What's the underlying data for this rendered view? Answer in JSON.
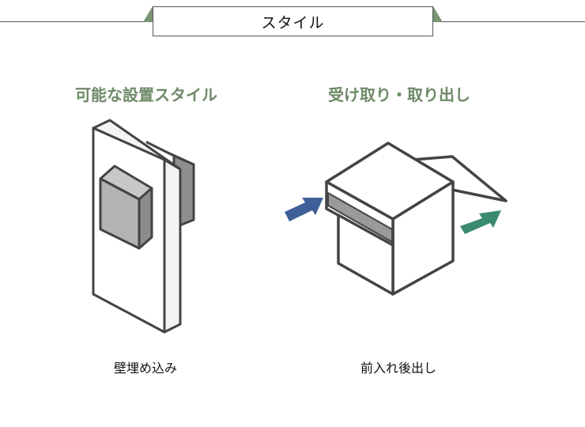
{
  "header": {
    "title": "スタイル"
  },
  "installation": {
    "heading": "可能な設置スタイル",
    "caption": "壁埋め込み"
  },
  "access": {
    "heading": "受け取り・取り出し",
    "caption": "前入れ後出し"
  },
  "colors": {
    "accent_green": "#6e8a68",
    "arrow_in": "#3f5f98",
    "arrow_out": "#3a8a6f",
    "outline": "#444444"
  }
}
